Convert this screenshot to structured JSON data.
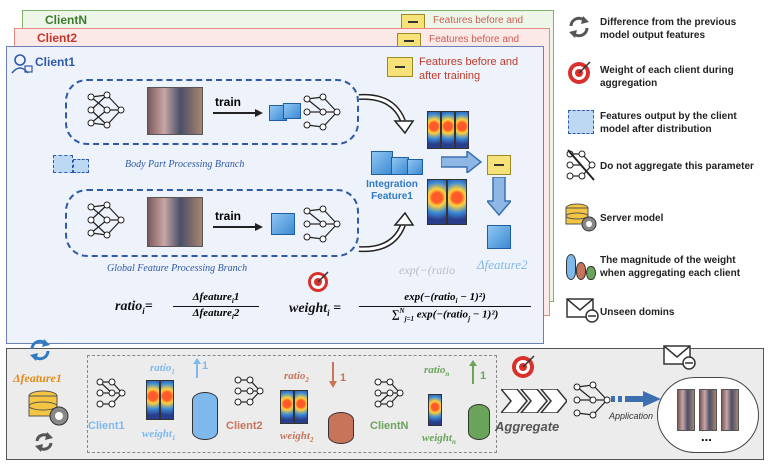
{
  "clients": {
    "clientN": "ClientN",
    "client2": "Client2",
    "client1": "Client1",
    "ghost_note": "Features before and"
  },
  "client1_panel": {
    "note": [
      "Features before and",
      "after training"
    ],
    "train_label": "train",
    "body_branch_label": "Body Part Processing Branch",
    "global_branch_label": "Global Feature Processing Branch",
    "integration_label": [
      "Integration",
      "Feature1"
    ],
    "delta_feature2": "Δfeature2",
    "ratio_formula": {
      "lhs": "ratio",
      "sub": "i",
      "num": "Δfeature",
      "num_sub": "i",
      "num_tail": "1",
      "den": "Δfeature",
      "den_sub": "i",
      "den_tail": "2"
    },
    "weight_formula": {
      "lhs": "weight",
      "sub": "i",
      "num": "exp(−(ratio",
      "num_sub": "i",
      "num_tail": " − 1)²)",
      "den_sum": "∑",
      "den_sup": "N",
      "den_sumsub": "j=1",
      "den": "exp(−(ratio",
      "den_sub": "j",
      "den_tail": " − 1)²)"
    },
    "ghost_formula": "exp(−(ratio"
  },
  "legend": [
    {
      "icon": "refresh-icon",
      "text": [
        "Difference from the previous",
        "model output features"
      ]
    },
    {
      "icon": "target-icon",
      "text": [
        "Weight of each client during",
        "aggregation"
      ]
    },
    {
      "icon": "cube-icon",
      "text": [
        "Features output by the client",
        "model after distribution"
      ]
    },
    {
      "icon": "network-crossed-icon",
      "text": [
        "Do not aggregate this parameter"
      ]
    },
    {
      "icon": "server-icon",
      "text": [
        "Server model"
      ]
    },
    {
      "icon": "cylinder-icon",
      "text": [
        "The magnitude of the weight",
        "when aggregating each client"
      ]
    },
    {
      "icon": "mail-icon",
      "text": [
        "Unseen domins"
      ]
    }
  ],
  "bottom": {
    "delta_feature1": "Δfeature1",
    "client1": "Client1",
    "client2": "Client2",
    "clientN": "ClientN",
    "ratio1": "ratio",
    "ratio1_sub": "1",
    "ratio2": "ratio",
    "ratio2_sub": "2",
    "ration": "ratio",
    "ration_sub": "n",
    "up1": "1",
    "weight1": "weight",
    "weight1_sub": "1",
    "weight2": "weight",
    "weight2_sub": "2",
    "weightn": "weight",
    "weightn_sub": "n",
    "aggregate": "Aggregate",
    "application": "Application",
    "ellipsis": "...",
    "colors": {
      "c1": "#7fb8ea",
      "c2": "#c8745a",
      "cn": "#6aa35a"
    }
  }
}
